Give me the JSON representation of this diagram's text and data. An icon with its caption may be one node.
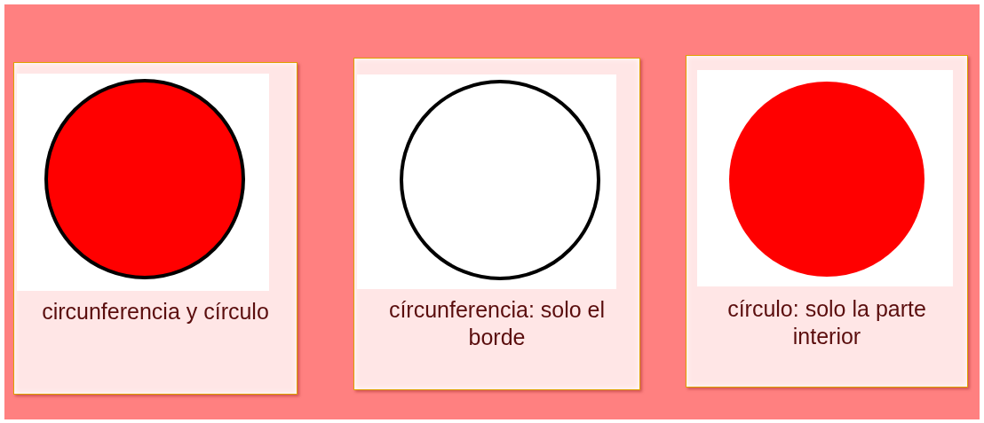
{
  "diagram": {
    "nodes": [
      {
        "text": [
          "circunferencia y círculo"
        ]
      },
      {
        "text": [
          "círcunferencia: solo el borde"
        ]
      },
      {
        "text": [
          "círculo: solo la parte interior"
        ]
      }
    ]
  }
}
